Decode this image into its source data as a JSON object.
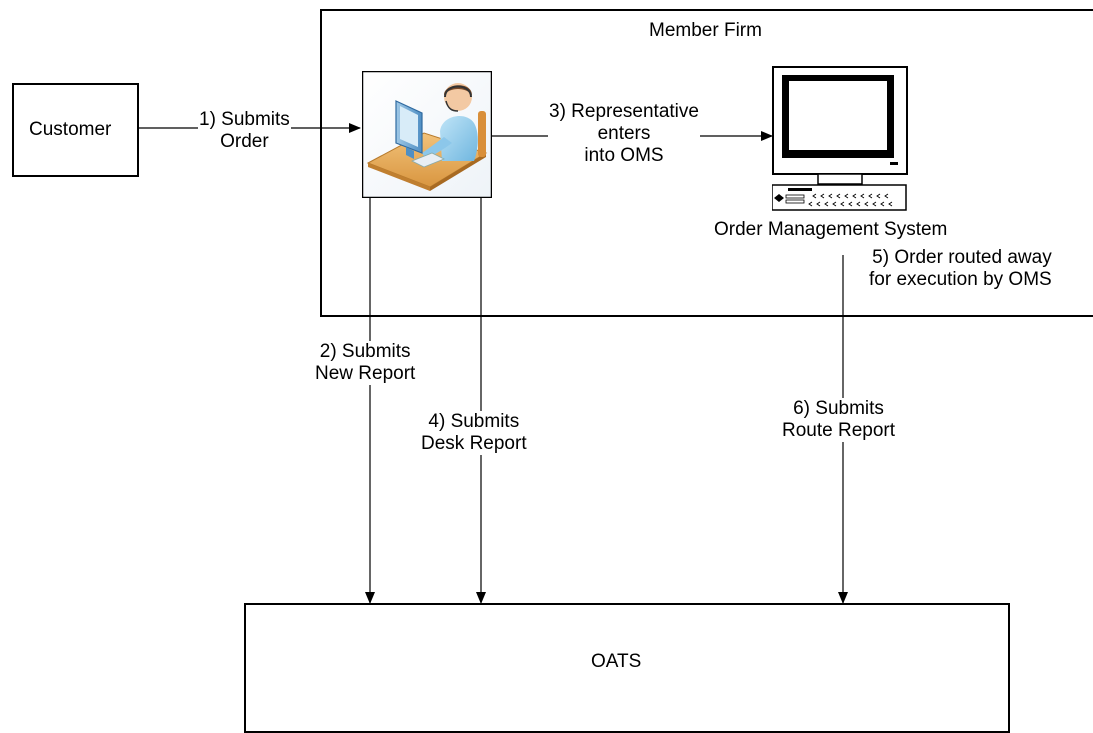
{
  "member_firm": {
    "title": "Member Firm"
  },
  "customer": {
    "label": "Customer"
  },
  "oms": {
    "label": "Order Management System"
  },
  "oats": {
    "label": "OATS"
  },
  "steps": {
    "s1": [
      "1) Submits",
      "Order"
    ],
    "s2": [
      "2) Submits",
      "New Report"
    ],
    "s3": [
      "3) Representative",
      "enters",
      "into OMS"
    ],
    "s4": [
      "4) Submits",
      "Desk Report"
    ],
    "s5": [
      "5) Order routed away",
      "for execution by OMS"
    ],
    "s6": [
      "6) Submits",
      "Route Report"
    ]
  },
  "icons": {
    "representative": "representative-at-desk-icon",
    "computer": "desktop-computer-icon"
  }
}
